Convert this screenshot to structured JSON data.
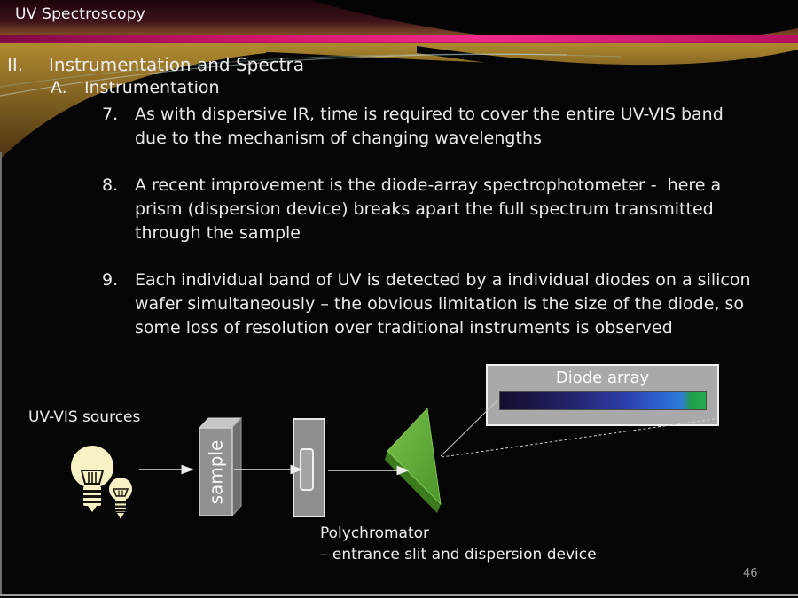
{
  "slide": {
    "title": "UV Spectroscopy",
    "page_number": "46",
    "accent_magenta": "#e0187a",
    "header_gold": "#a8802c",
    "header_maroon": "#571e28"
  },
  "outline": {
    "section_numeral": "II.",
    "section_title": "Instrumentation and Spectra",
    "subsection_letter": "A.",
    "subsection_title": "Instrumentation",
    "items": [
      {
        "number": "7.",
        "lines": [
          "As with dispersive IR, time is required to cover the entire UV-VIS band",
          "due to the mechanism of changing wavelengths"
        ]
      },
      {
        "number": "8.",
        "lines": [
          "A recent improvement is the diode-array spectrophotometer -  here a",
          "prism (dispersion device) breaks apart the full spectrum transmitted",
          "through the sample"
        ]
      },
      {
        "number": "9.",
        "lines": [
          "Each individual band of UV is detected by a individual diodes on a silicon",
          "wafer simultaneously – the obvious limitation is the size of the diode, so",
          "some loss of resolution over traditional instruments is observed"
        ]
      }
    ]
  },
  "diagram": {
    "sources_label": "UV-VIS sources",
    "sample_label": "sample",
    "diode_array_label": "Diode array",
    "polychromator_label": "Polychromator",
    "polychromator_subtitle": "– entrance slit and dispersion device",
    "prism_color": "#5cab32",
    "bulb_color": "#f6f2c4",
    "box_fill": "#a9a9a9",
    "spectrum_stops": [
      "#120e2a 0%",
      "#1c1950 20%",
      "#262878 40%",
      "#2b3da8 60%",
      "#2d5ecb 75%",
      "#2e7ad9 88%",
      "#1f9f49 93%",
      "#25aa52 100%"
    ]
  }
}
